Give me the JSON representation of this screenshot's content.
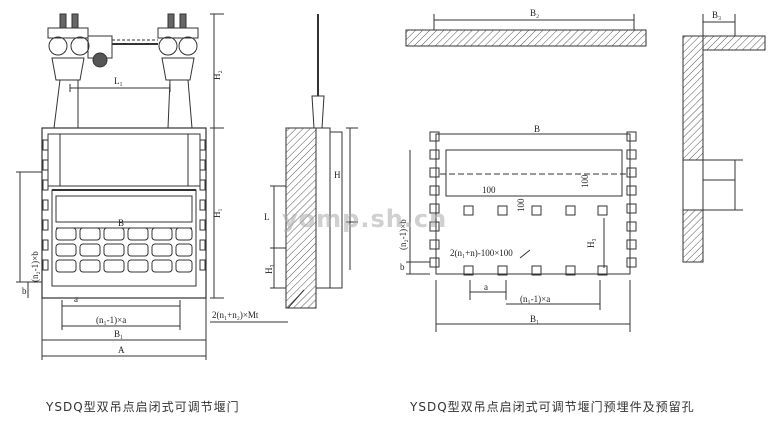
{
  "captions": {
    "left": "YSDQ型双吊点启闭式可调节堰门",
    "right": "YSDQ型双吊点启闭式可调节堰门预埋件及预留孔"
  },
  "watermark": "yomp.sh.cn",
  "labels": {
    "L1": "L₁",
    "H2": "H₂",
    "H1": "H₁",
    "B": "B",
    "n2b": "(n₂-1)×b",
    "b": "b",
    "a": "a",
    "n1a": "(n₁-1)×a",
    "B1": "B₁",
    "A": "A",
    "H": "H",
    "L": "L",
    "H3": "H₃",
    "bolts": "2(n₁+n₂)×Mt",
    "B2": "B₂",
    "B3": "B₃",
    "d100a": "100",
    "d100b": "100",
    "d100c": "100",
    "holes": "2(n₁+n)-100×100"
  }
}
